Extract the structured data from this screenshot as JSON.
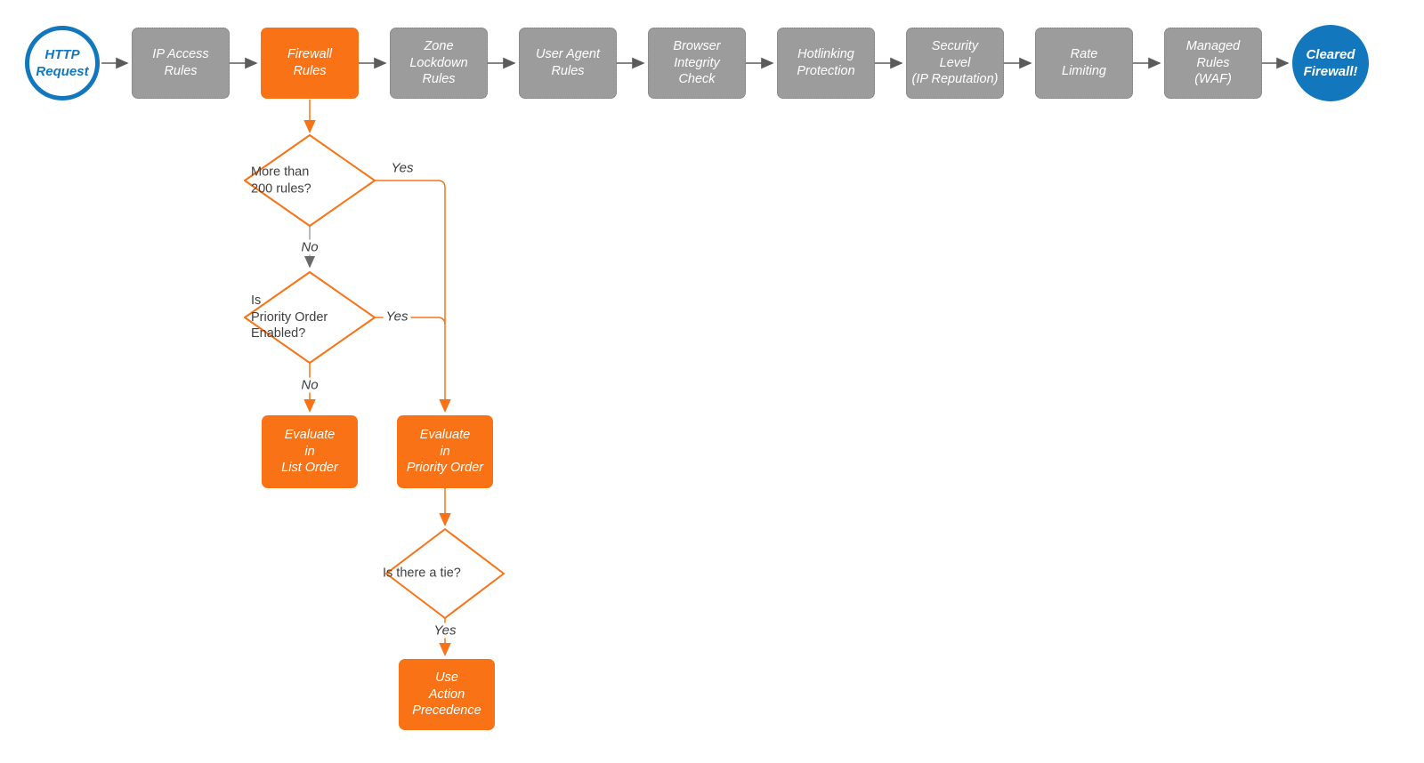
{
  "colors": {
    "accent_orange": "#F97316",
    "stage_gray": "#9C9C9C",
    "brand_blue": "#1277BD",
    "arrow_dark": "#5B5B5B",
    "text_dark": "#3F3F3F"
  },
  "pipeline": {
    "start": {
      "label": "HTTP\nRequest"
    },
    "stages": [
      {
        "id": "ip-access-rules",
        "label": "IP Access\nRules"
      },
      {
        "id": "firewall-rules",
        "label": "Firewall\nRules",
        "highlighted": true
      },
      {
        "id": "zone-lockdown-rules",
        "label": "Zone\nLockdown\nRules"
      },
      {
        "id": "user-agent-rules",
        "label": "User Agent\nRules"
      },
      {
        "id": "browser-integrity-check",
        "label": "Browser\nIntegrity\nCheck"
      },
      {
        "id": "hotlinking-protection",
        "label": "Hotlinking\nProtection"
      },
      {
        "id": "security-level",
        "label": "Security\nLevel\n(IP Reputation)"
      },
      {
        "id": "rate-limiting",
        "label": "Rate\nLimiting"
      },
      {
        "id": "managed-rules-waf",
        "label": "Managed\nRules\n(WAF)"
      }
    ],
    "end": {
      "label": "Cleared\nFirewall!"
    }
  },
  "branch": {
    "decision_rules_count": {
      "label": "More than\n200 rules?",
      "yes": "Yes",
      "no": "No"
    },
    "decision_priority_order": {
      "label": "Is\nPriority Order\nEnabled?",
      "yes": "Yes",
      "no": "No"
    },
    "evaluate_list_order": {
      "label": "Evaluate\nin\nList Order"
    },
    "evaluate_priority_order": {
      "label": "Evaluate\nin\nPriority Order"
    },
    "decision_tie": {
      "label": "Is there a tie?",
      "yes": "Yes"
    },
    "use_action_precedence": {
      "label": "Use\nAction\nPrecedence"
    }
  }
}
